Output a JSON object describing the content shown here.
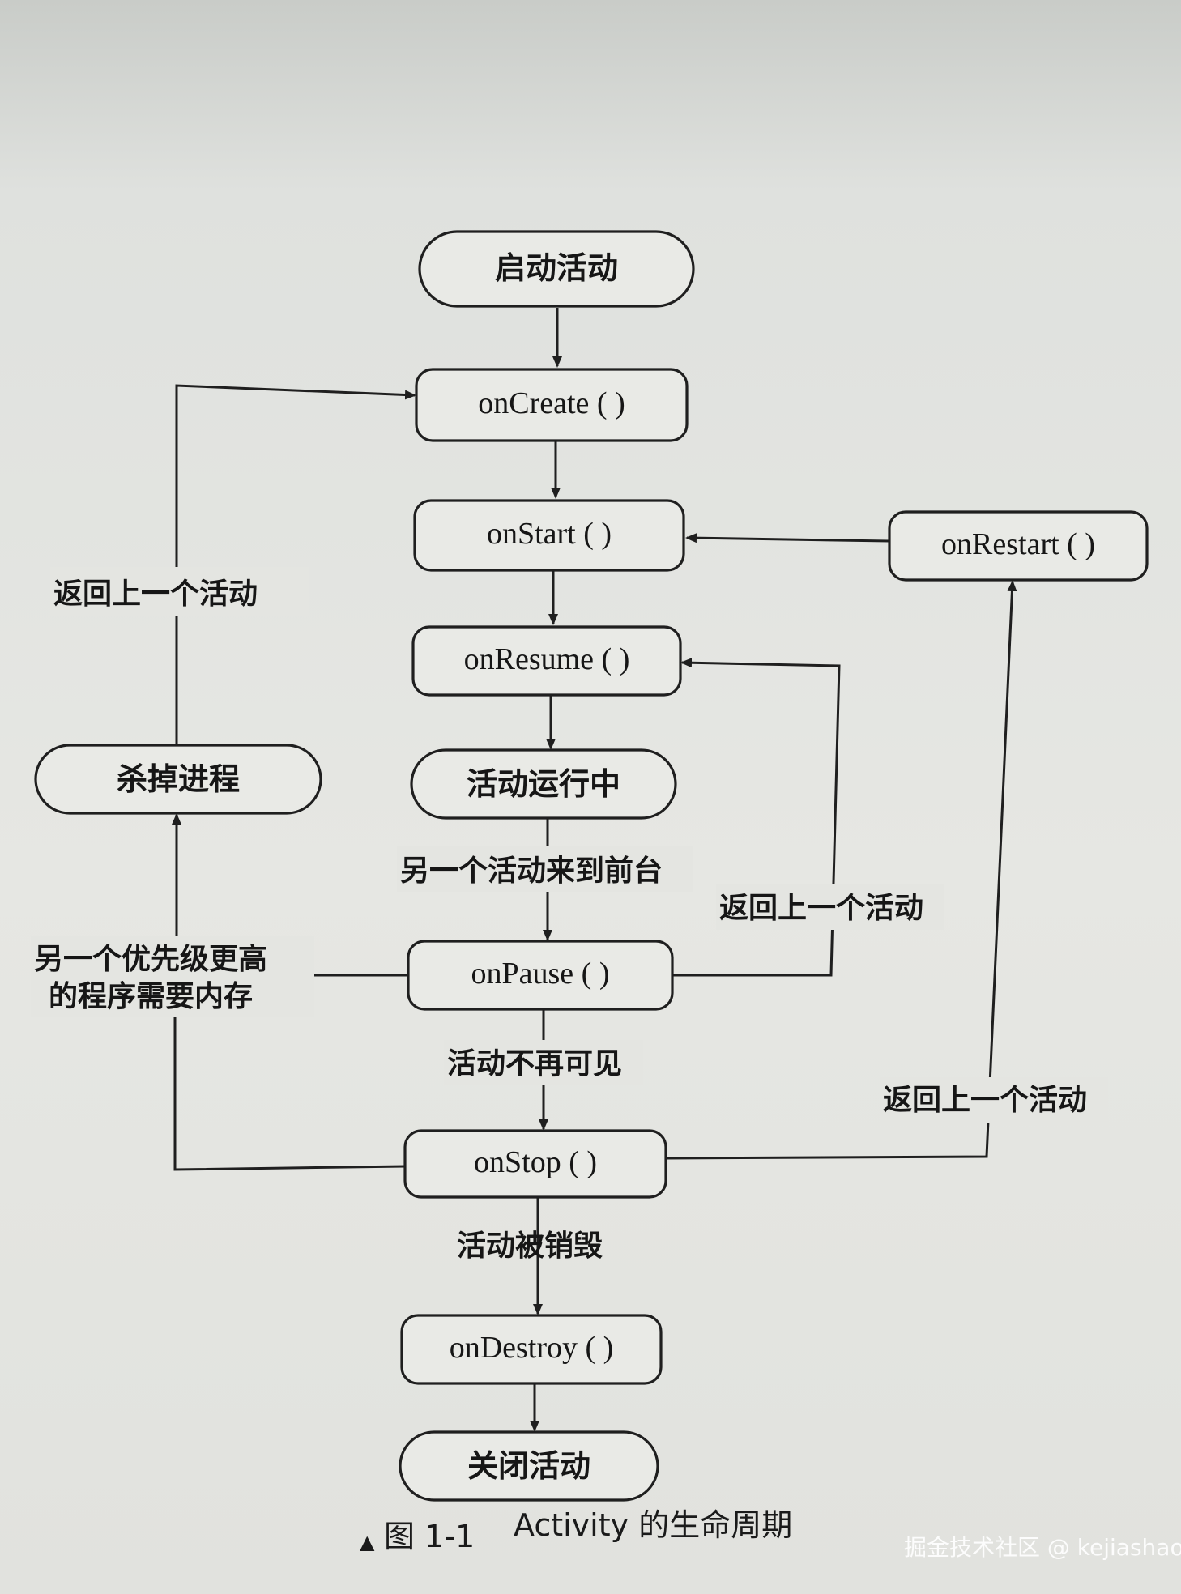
{
  "nodes": {
    "start": "启动活动",
    "on_create": "onCreate ( )",
    "on_start": "onStart ( )",
    "on_resume": "onResume ( )",
    "running": "活动运行中",
    "on_pause": "onPause ( )",
    "on_stop": "onStop ( )",
    "on_destroy": "onDestroy ( )",
    "close": "关闭活动",
    "kill_process": "杀掉进程",
    "on_restart": "onRestart ( )"
  },
  "edge_labels": {
    "return_prev_left": "返回上一个活动",
    "another_to_front": "另一个活动来到前台",
    "return_prev_mid": "返回上一个活动",
    "higher_priority_line1": "另一个优先级更高",
    "higher_priority_line2": "的程序需要内存",
    "no_longer_visible": "活动不再可见",
    "return_prev_right": "返回上一个活动",
    "destroyed": "活动被销毁"
  },
  "caption": {
    "marker": "▲",
    "number": "图 1-1",
    "title": "Activity 的生命周期"
  },
  "watermark": "掘金技术社区 @ kejiashao"
}
